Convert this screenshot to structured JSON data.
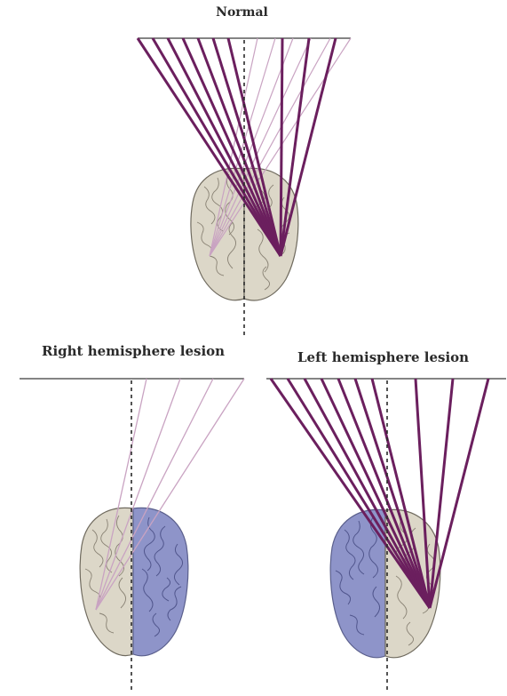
{
  "panels": {
    "normal": {
      "title": "Normal"
    },
    "right_lesion": {
      "title": "Right hemisphere lesion"
    },
    "left_lesion": {
      "title": "Left hemisphere lesion"
    }
  },
  "colors": {
    "neglect_line": "#6b1f5e",
    "attention_line_light": "#c9a3c2",
    "healthy_brain": "#dcd7c8",
    "lesioned_brain": "#8e94c9",
    "gyri_stroke": "#7b7466"
  }
}
